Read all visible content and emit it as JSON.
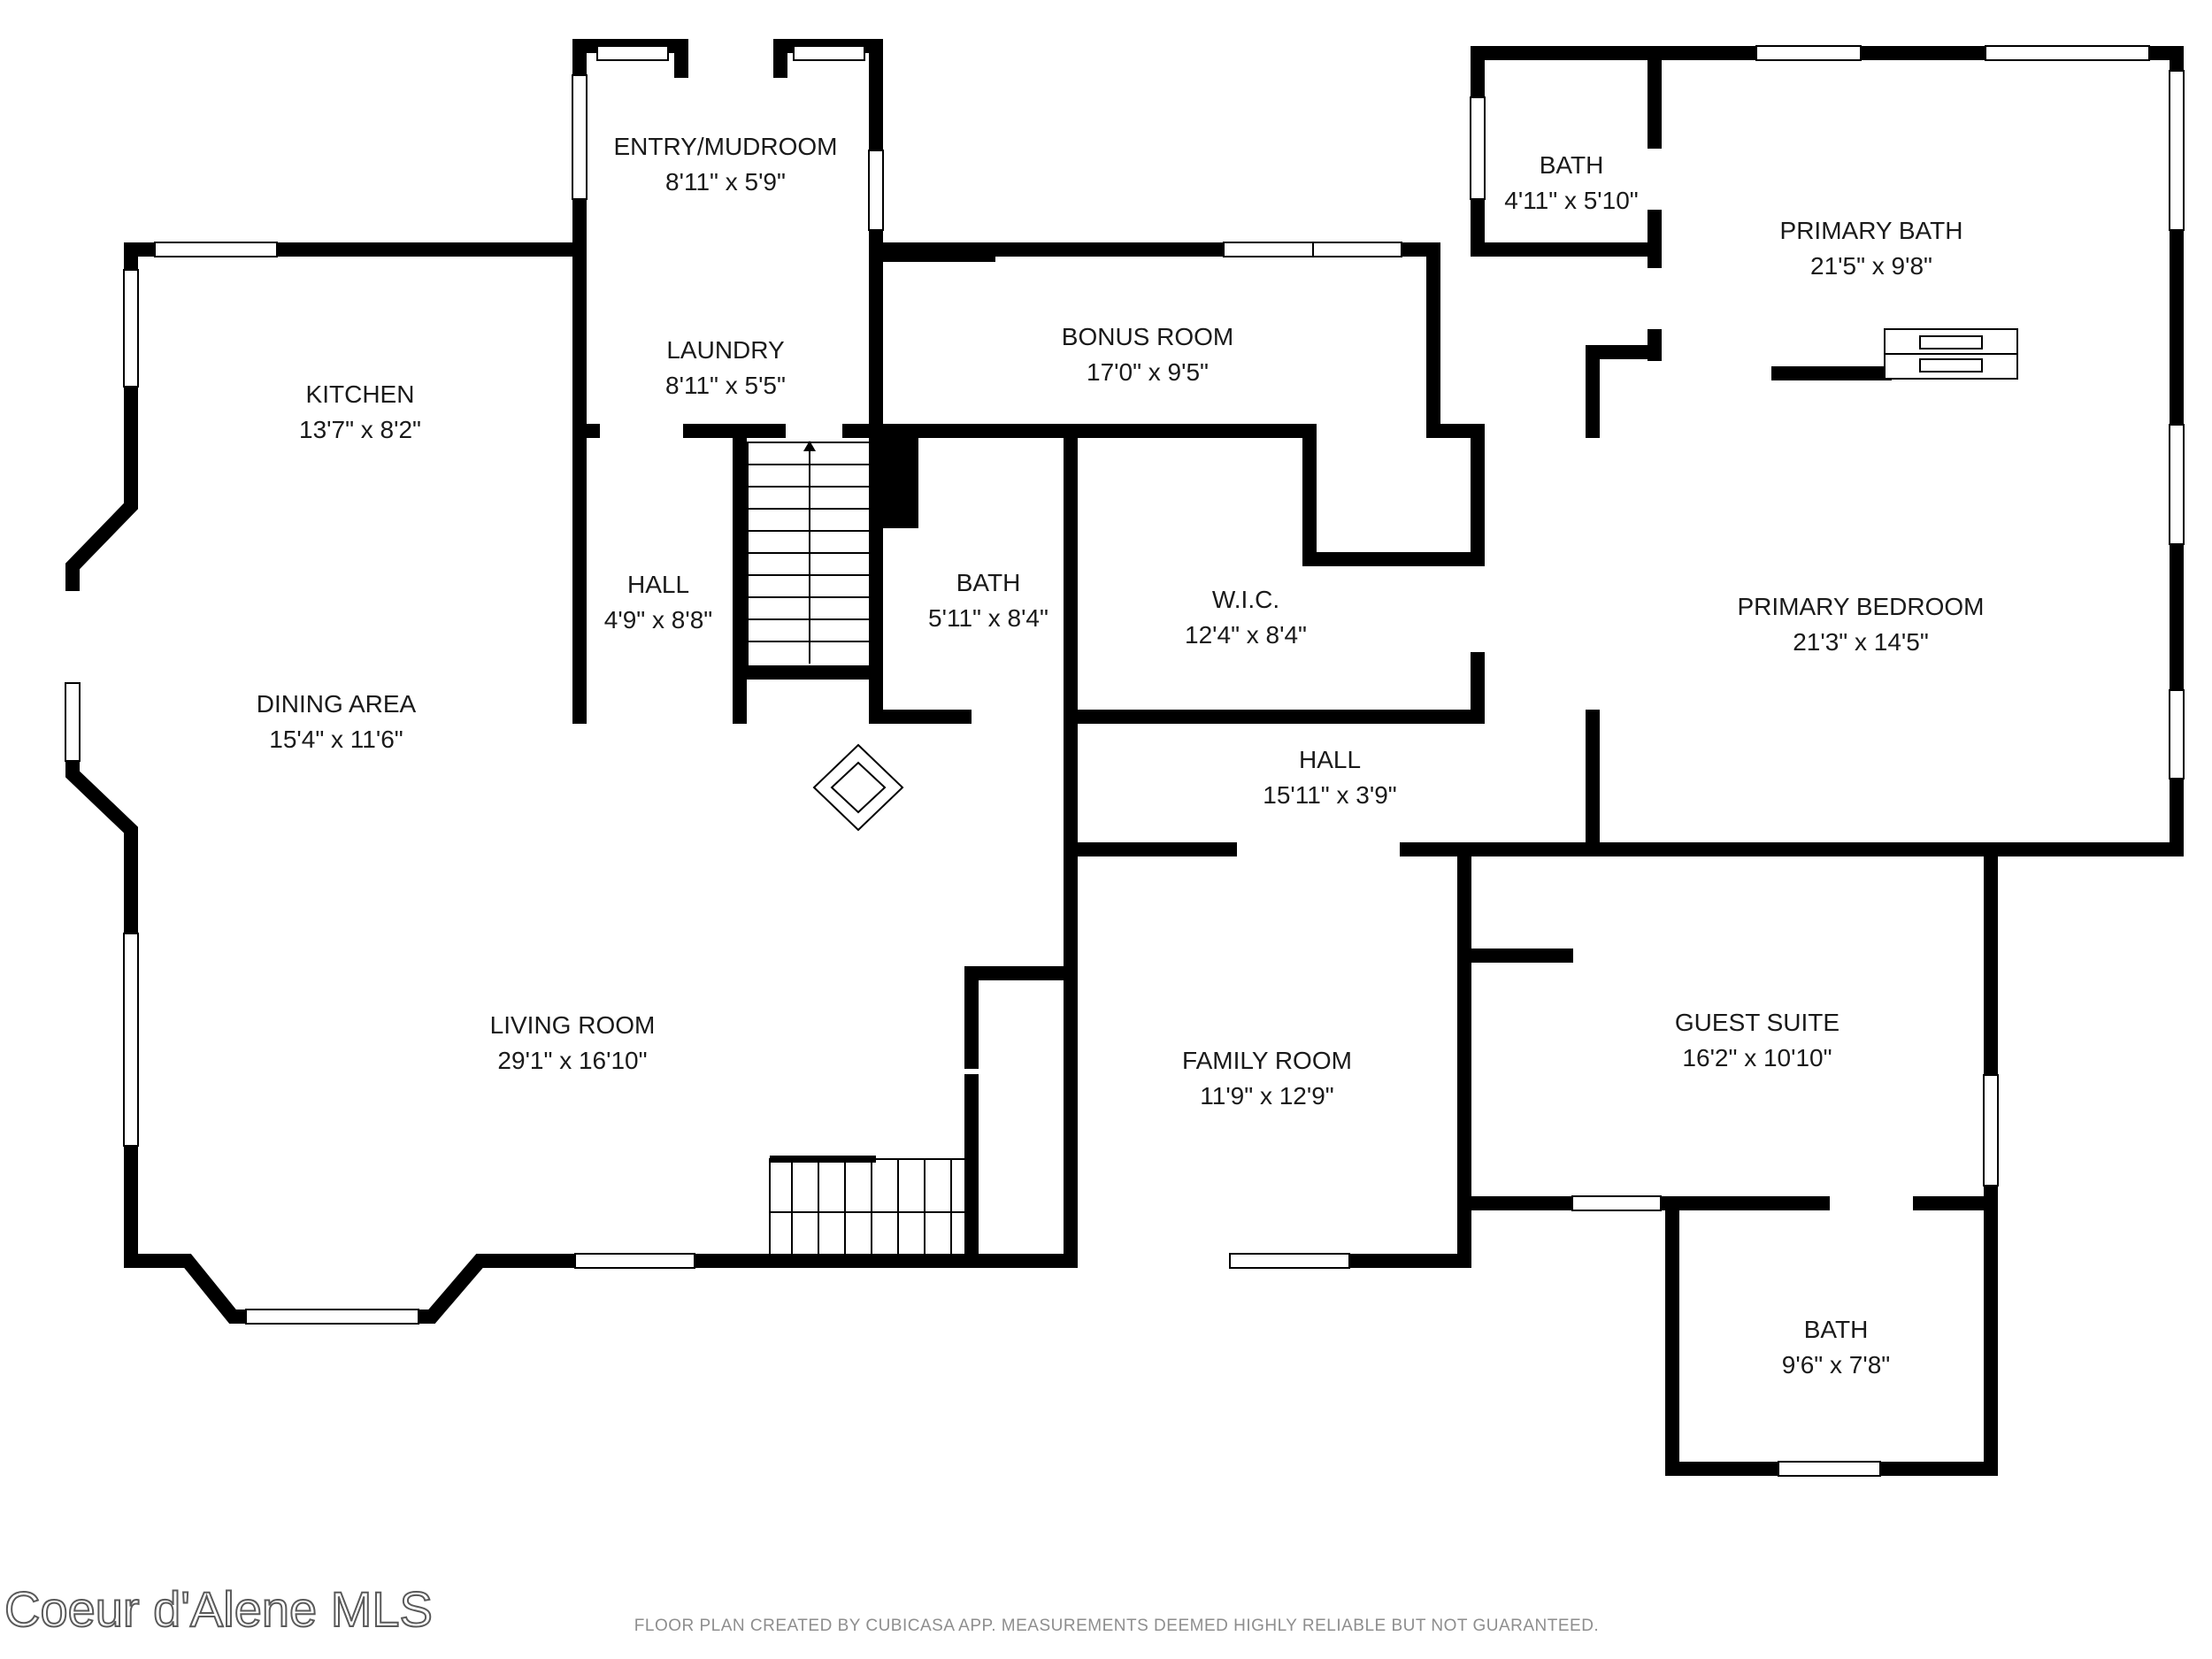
{
  "rooms": [
    {
      "id": "entry",
      "name": "ENTRY/MUDROOM",
      "dims": "8'11\" x 5'9\""
    },
    {
      "id": "laundry",
      "name": "LAUNDRY",
      "dims": "8'11\" x 5'5\""
    },
    {
      "id": "kitchen",
      "name": "KITCHEN",
      "dims": "13'7\" x 8'2\""
    },
    {
      "id": "hall-small",
      "name": "HALL",
      "dims": "4'9\" x 8'8\""
    },
    {
      "id": "dining",
      "name": "DINING AREA",
      "dims": "15'4\" x 11'6\""
    },
    {
      "id": "bath-center",
      "name": "BATH",
      "dims": "5'11\" x 8'4\""
    },
    {
      "id": "bonus",
      "name": "BONUS ROOM",
      "dims": "17'0\" x 9'5\""
    },
    {
      "id": "wic",
      "name": "W.I.C.",
      "dims": "12'4\" x 8'4\""
    },
    {
      "id": "bath-top",
      "name": "BATH",
      "dims": "4'11\" x 5'10\""
    },
    {
      "id": "primary-bath",
      "name": "PRIMARY BATH",
      "dims": "21'5\" x 9'8\""
    },
    {
      "id": "primary-bedroom",
      "name": "PRIMARY BEDROOM",
      "dims": "21'3\" x 14'5\""
    },
    {
      "id": "hall-long",
      "name": "HALL",
      "dims": "15'11\" x 3'9\""
    },
    {
      "id": "living",
      "name": "LIVING ROOM",
      "dims": "29'1\" x 16'10\""
    },
    {
      "id": "family",
      "name": "FAMILY ROOM",
      "dims": "11'9\" x 12'9\""
    },
    {
      "id": "guest",
      "name": "GUEST SUITE",
      "dims": "16'2\" x 10'10\""
    },
    {
      "id": "bath-guest",
      "name": "BATH",
      "dims": "9'6\" x 7'8\""
    }
  ],
  "footer": {
    "watermark": "Coeur d'Alene MLS",
    "disclaimer": "FLOOR PLAN CREATED BY CUBICASA APP. MEASUREMENTS DEEMED HIGHLY RELIABLE BUT NOT GUARANTEED."
  }
}
